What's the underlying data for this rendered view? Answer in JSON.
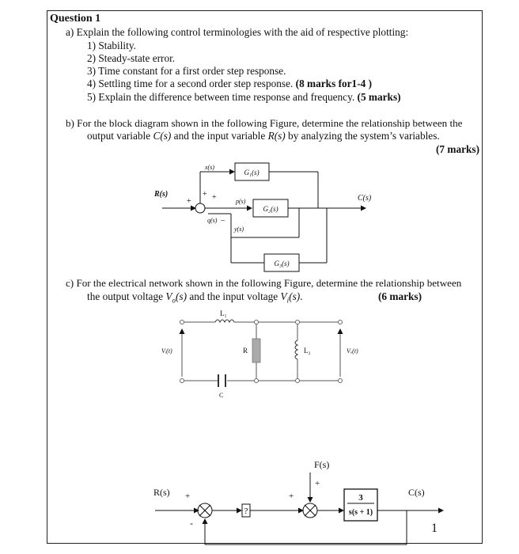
{
  "question_title": "Question 1",
  "part_a": {
    "intro": "a) Explain the following control terminologies with the aid of respective plotting:",
    "items": [
      "1) Stability.",
      "2) Steady-state error.",
      "3) Time constant for a first order step response.",
      "4) Settling time for a second order step response."
    ],
    "item4_marks": "(8 marks for1-4 )",
    "item5": "5) Explain the difference between time response and frequency.",
    "item5_marks": "(5 marks)"
  },
  "part_b": {
    "line1": "b) For the block diagram shown in the following Figure, determine the relationship between the",
    "line2_a": "output variable ",
    "line2_cs": "C(s)",
    "line2_b": " and the input variable ",
    "line2_rs": "R(s)",
    "line2_c": " by analyzing the system’s variables.",
    "marks": "(7 marks)"
  },
  "block_diagram": {
    "input": "R(s)",
    "output": "C(s)",
    "g1": "G₁(s)",
    "g2": "G₂(s)",
    "g3": "G₃(s)",
    "x": "x(s)",
    "p": "p(s)",
    "q": "q(s)",
    "y": "y(s)",
    "plus": "+",
    "minus": "–"
  },
  "part_c": {
    "line1": "c) For the electrical network shown in the following Figure, determine the relationship between",
    "line2_a": "the output voltage ",
    "line2_vo": "V",
    "line2_vo_sub": "o",
    "line2_b": "(s)",
    "line2_c": " and the input voltage ",
    "line2_vi": "V",
    "line2_vi_sub": "i",
    "line2_d": "(s)",
    "line2_e": ".",
    "marks": "(6 marks)"
  },
  "circuit": {
    "l1": "L₁",
    "l2": "L₂",
    "r": "R",
    "c": "C",
    "vin": "Vᵢ(t)",
    "vout": "Vₒ(t)"
  },
  "bottom_diagram": {
    "input": "R(s)",
    "output": "C(s)",
    "disturbance": "F(s)",
    "unknown_block": "?",
    "tf_num": "3",
    "tf_den": "s(s + 1)",
    "feedback_gain": "1",
    "plus": "+",
    "minus": "-"
  }
}
